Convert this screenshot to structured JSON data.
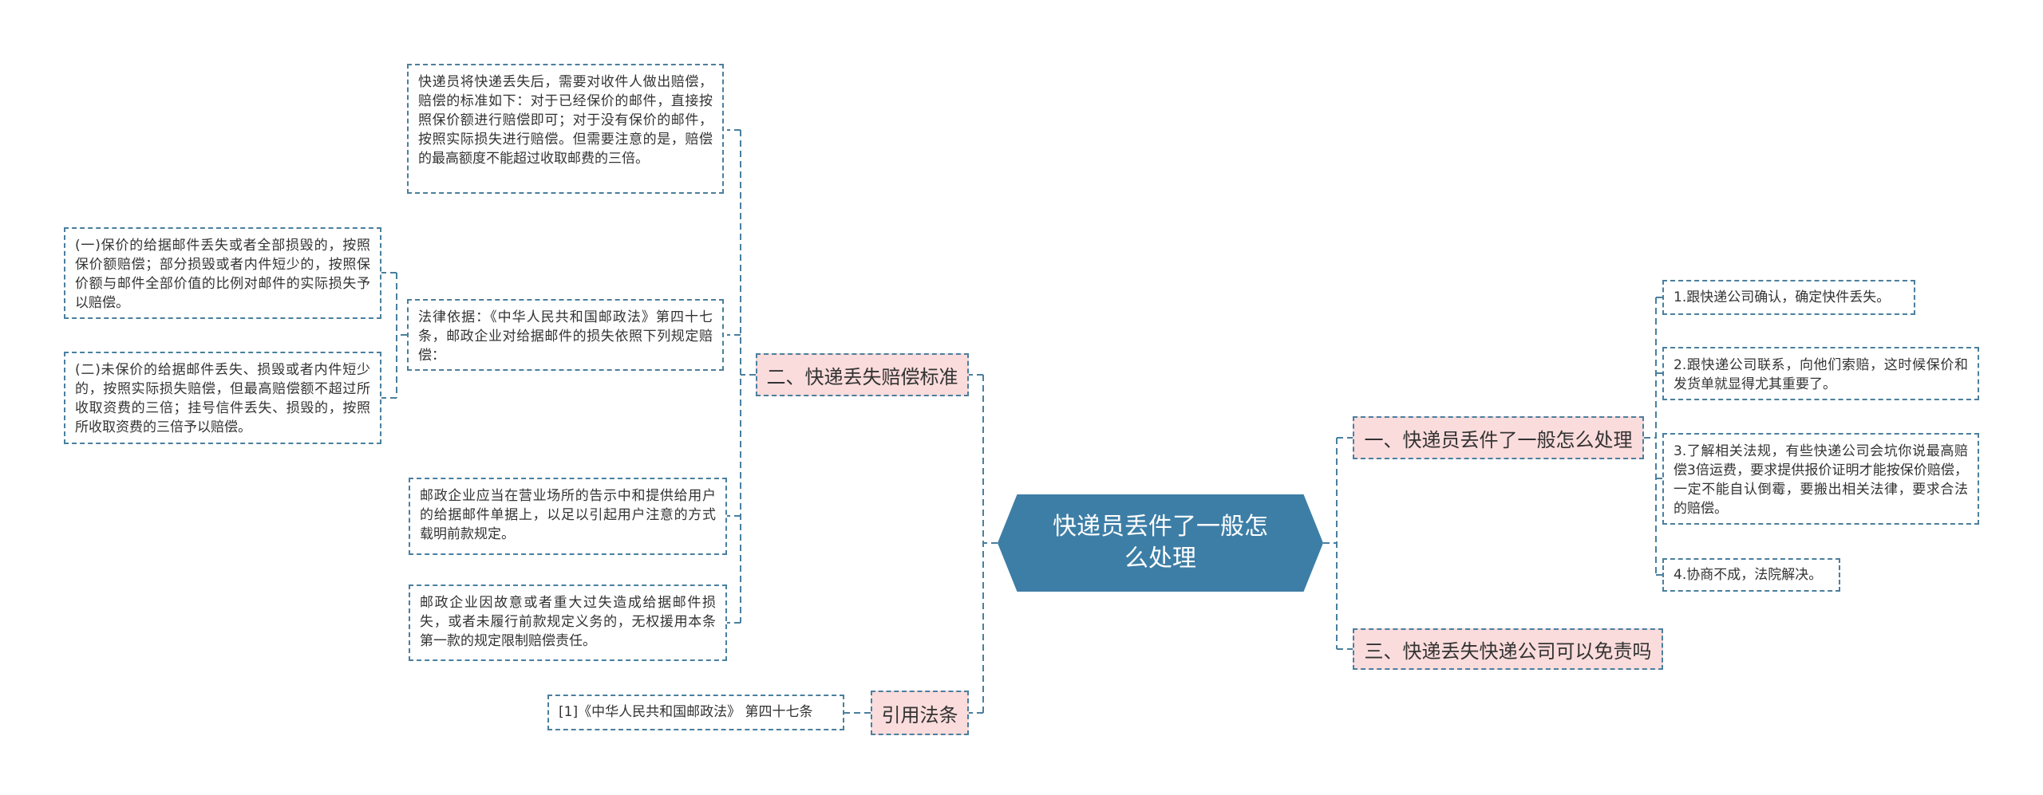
{
  "center": {
    "title": "快递员丢件了一般怎么处理"
  },
  "branches": {
    "right1": {
      "label": "一、快递员丢件了一般怎么处理",
      "items": [
        "1.跟快递公司确认，确定快件丢失。",
        "2.跟快递公司联系，向他们索赔，这时候保价和发货单就显得尤其重要了。",
        "3.了解相关法规，有些快递公司会坑你说最高赔偿3倍运费，要求提供报价证明才能按保价赔偿，一定不能自认倒霉，要搬出相关法律，要求合法的赔偿。",
        "4.协商不成，法院解决。"
      ]
    },
    "right3": {
      "label": "三、快递丢失快递公司可以免责吗"
    },
    "left2": {
      "label": "二、快递丢失赔偿标准",
      "items": [
        "快递员将快递丢失后，需要对收件人做出赔偿，赔偿的标准如下：对于已经保价的邮件，直接按照保价额进行赔偿即可；对于没有保价的邮件，按照实际损失进行赔偿。但需要注意的是，赔偿的最高额度不能超过收取邮费的三倍。",
        "法律依据：《中华人民共和国邮政法》第四十七条，邮政企业对给据邮件的损失依照下列规定赔偿：",
        "邮政企业应当在营业场所的告示中和提供给用户的给据邮件单据上，以足以引起用户注意的方式载明前款规定。",
        "邮政企业因故意或者重大过失造成给据邮件损失，或者未履行前款规定义务的，无权援用本条第一款的规定限制赔偿责任。"
      ],
      "sub_items": [
        "(一)保价的给据邮件丢失或者全部损毁的，按照保价额赔偿；部分损毁或者内件短少的，按照保价额与邮件全部价值的比例对邮件的实际损失予以赔偿。",
        "(二)未保价的给据邮件丢失、损毁或者内件短少的，按照实际损失赔偿，但最高赔偿额不超过所收取资费的三倍；挂号信件丢失、损毁的，按照所收取资费的三倍予以赔偿。"
      ]
    },
    "cite": {
      "label": "引用法条",
      "items": [
        "[1]《中华人民共和国邮政法》 第四十七条"
      ]
    }
  },
  "colors": {
    "center": "#3d7ea6",
    "branch_bg": "#fbdcdc",
    "line": "#4a7f9e"
  }
}
